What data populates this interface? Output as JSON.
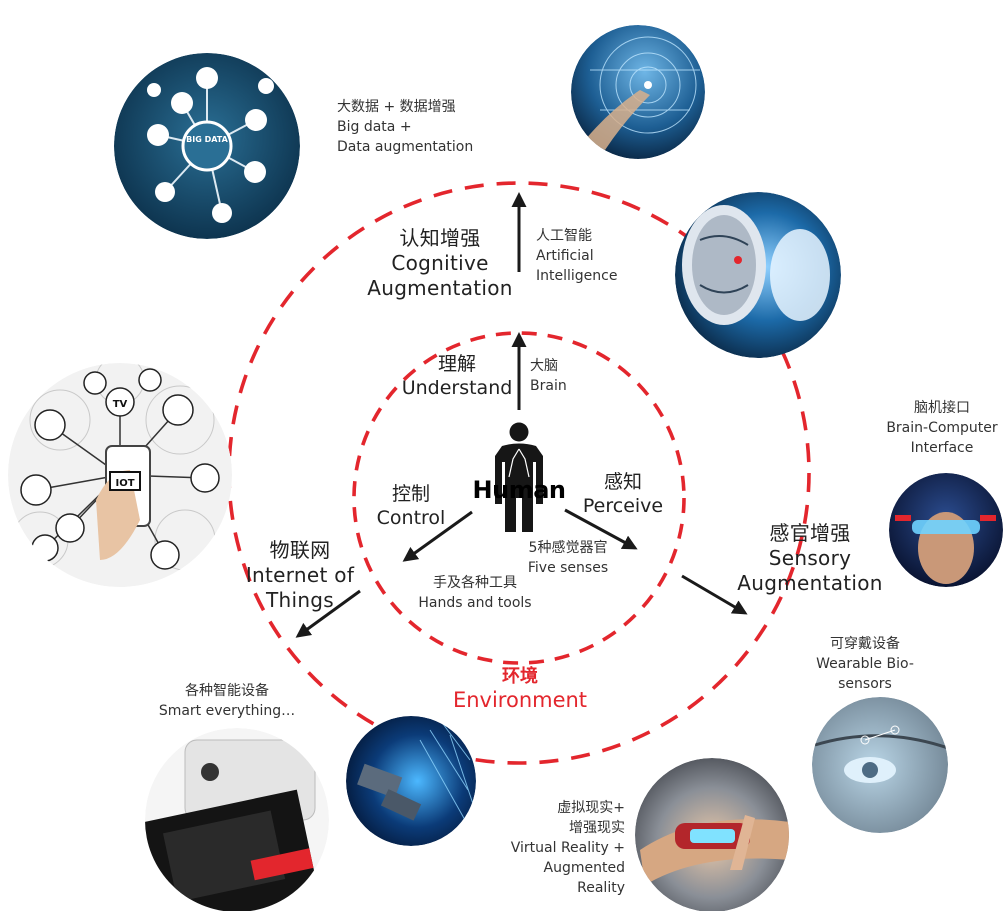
{
  "colors": {
    "dash_red": "#e3262d",
    "arrow": "#1a1a1a",
    "environment_text": "#e3262d"
  },
  "center": {
    "human": "Human",
    "understand_zh": "理解",
    "understand_en": "Understand",
    "brain_zh": "大脑",
    "brain_en": "Brain",
    "control_zh": "控制",
    "control_en": "Control",
    "perceive_zh": "感知",
    "perceive_en": "Perceive",
    "senses_zh": "5种感觉器官",
    "senses_en": "Five senses",
    "hands_zh": "手及各种工具",
    "hands_en": "Hands and tools"
  },
  "middle": {
    "cognitive_zh": "认知增强",
    "cognitive_en1": "Cognitive",
    "cognitive_en2": "Augmentation",
    "ai_zh": "人工智能",
    "ai_en1": "Artificial",
    "ai_en2": "Intelligence",
    "iot_zh": "物联网",
    "iot_en1": "Internet of",
    "iot_en2": "Things",
    "sensory_zh": "感官增强",
    "sensory_en1": "Sensory",
    "sensory_en2": "Augmentation",
    "env_zh": "环境",
    "env_en": "Environment"
  },
  "outer": {
    "bigdata_zh": "大数据 + 数据增强",
    "bigdata_en1": "Big data +",
    "bigdata_en2": "Data augmentation",
    "bci_zh": "脑机接口",
    "bci_en1": "Brain-Computer",
    "bci_en2": "Interface",
    "smart_zh": "各种智能设备",
    "smart_en": "Smart everything…",
    "wearable_zh": "可穿戴设备",
    "wearable_en1": "Wearable Bio-",
    "wearable_en2": "sensors",
    "vr_zh1": "虚拟现实+",
    "vr_zh2": "增强现实",
    "vr_en1": "Virtual Reality +",
    "vr_en2": "Augmented",
    "vr_en3": "Reality"
  },
  "images": {
    "bigdata_hub": "BIG DATA",
    "iot_hub": "IOT",
    "iot_tv": "TV"
  }
}
